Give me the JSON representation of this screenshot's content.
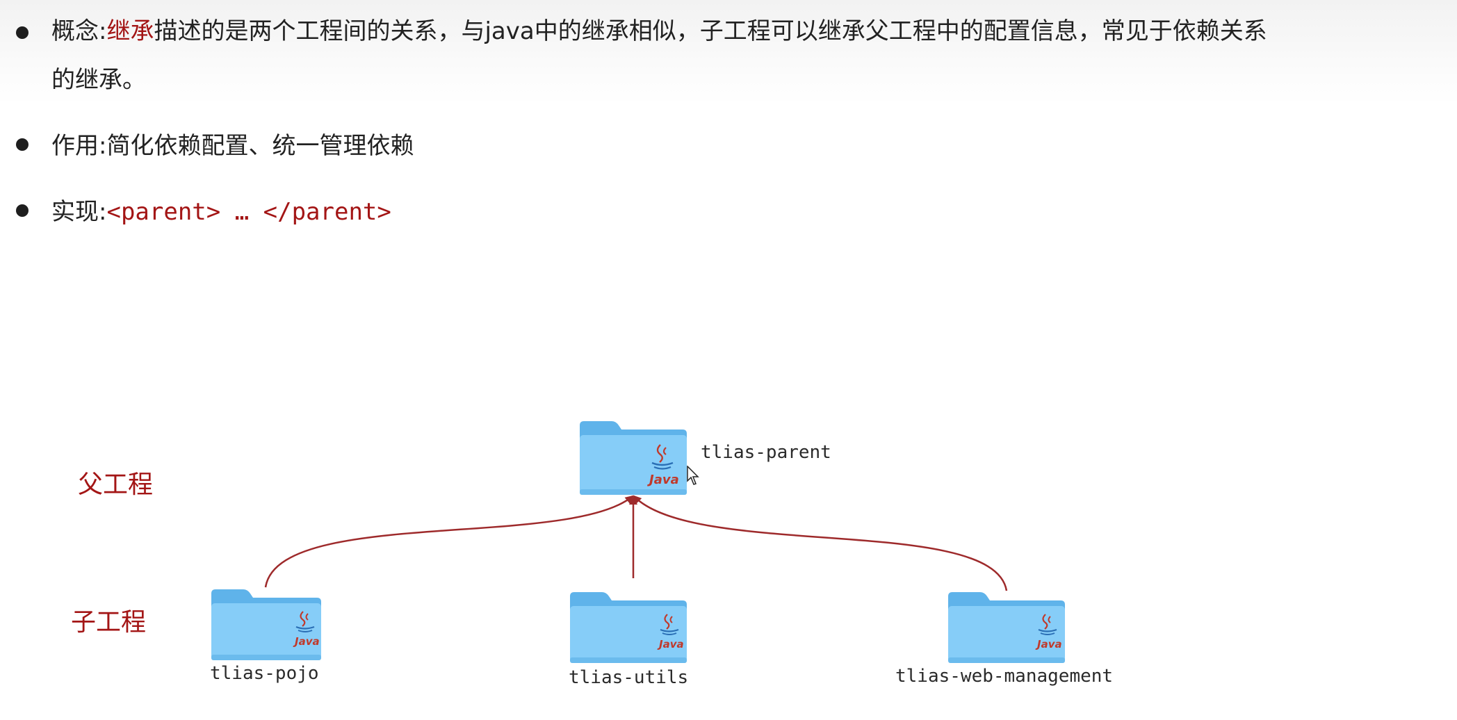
{
  "bullets": [
    {
      "label": "概念:",
      "highlight": "继承",
      "text_line1": "描述的是两个工程间的关系，与java中的继承相似，子工程可以继承父工程中的配置信息，常见于依赖关系",
      "text_line2": "的继承。"
    },
    {
      "label": "作用:",
      "text": "简化依赖配置、统一管理依赖"
    },
    {
      "label": "实现:",
      "code": "<parent> … </parent>"
    }
  ],
  "diagram": {
    "parent_side_label": "父工程",
    "child_side_label": "子工程",
    "parent": {
      "name": "tlias-parent",
      "icon": "java-folder-icon"
    },
    "children": [
      {
        "name": "tlias-pojo",
        "icon": "java-folder-icon"
      },
      {
        "name": "tlias-utils",
        "icon": "java-folder-icon"
      },
      {
        "name": "tlias-web-management",
        "icon": "java-folder-icon"
      }
    ],
    "folder_logo_text": "Java",
    "colors": {
      "accent_red": "#a31515",
      "arrow": "#9e2a2b",
      "folder_blue": "#7cc8f7"
    }
  }
}
